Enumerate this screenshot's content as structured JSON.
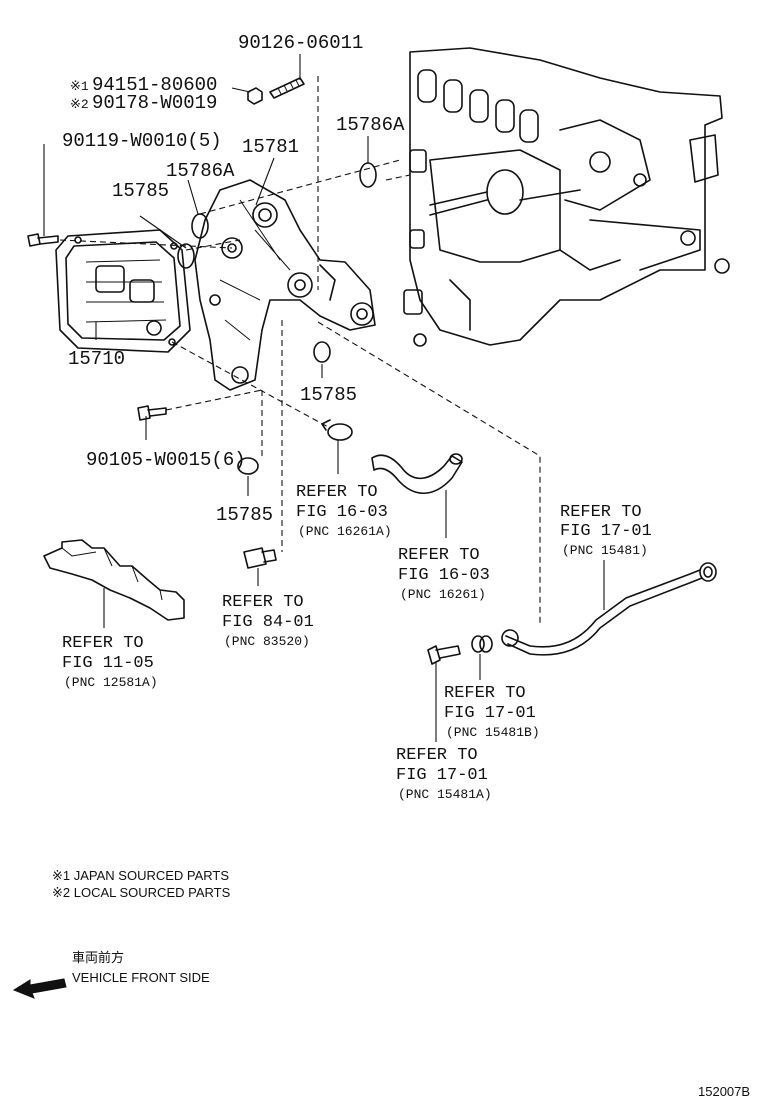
{
  "part_numbers": {
    "bolt_top": "90126-06011",
    "nut_japan": "94151-80600",
    "nut_local": "90178-W0019",
    "mark_1": "※1",
    "mark_2": "※2",
    "bolt_left": "90119-W0010(5)",
    "oring_a_left": "15786A",
    "bracket": "15781",
    "oring_left": "15785",
    "oring_a_right": "15786A",
    "cooler": "15710",
    "oring_mid": "15785",
    "bolt_bottom": "90105-W0015(6)",
    "oring_bottom": "15785"
  },
  "references": {
    "clamp": {
      "refer": "REFER TO",
      "fig": "FIG 16-03",
      "pnc": "(PNC 16261A)"
    },
    "hose": {
      "refer": "REFER TO",
      "fig": "FIG 16-03",
      "pnc": "(PNC 16261)"
    },
    "pipe": {
      "refer": "REFER TO",
      "fig": "FIG 17-01",
      "pnc": "(PNC 15481)"
    },
    "sensor": {
      "refer": "REFER TO",
      "fig": "FIG 84-01",
      "pnc": "(PNC 83520)"
    },
    "cover": {
      "refer": "REFER TO",
      "fig": "FIG 11-05",
      "pnc": "(PNC 12581A)"
    },
    "gasket": {
      "refer": "REFER TO",
      "fig": "FIG 17-01",
      "pnc": "(PNC 15481B)"
    },
    "union_bolt": {
      "refer": "REFER TO",
      "fig": "FIG 17-01",
      "pnc": "(PNC 15481A)"
    }
  },
  "notes": {
    "japan": "※1 JAPAN SOURCED PARTS",
    "local": "※2 LOCAL SOURCED PARTS"
  },
  "direction": {
    "japanese": "車両前方",
    "english": "VEHICLE FRONT SIDE"
  },
  "figure_code": "152007B"
}
